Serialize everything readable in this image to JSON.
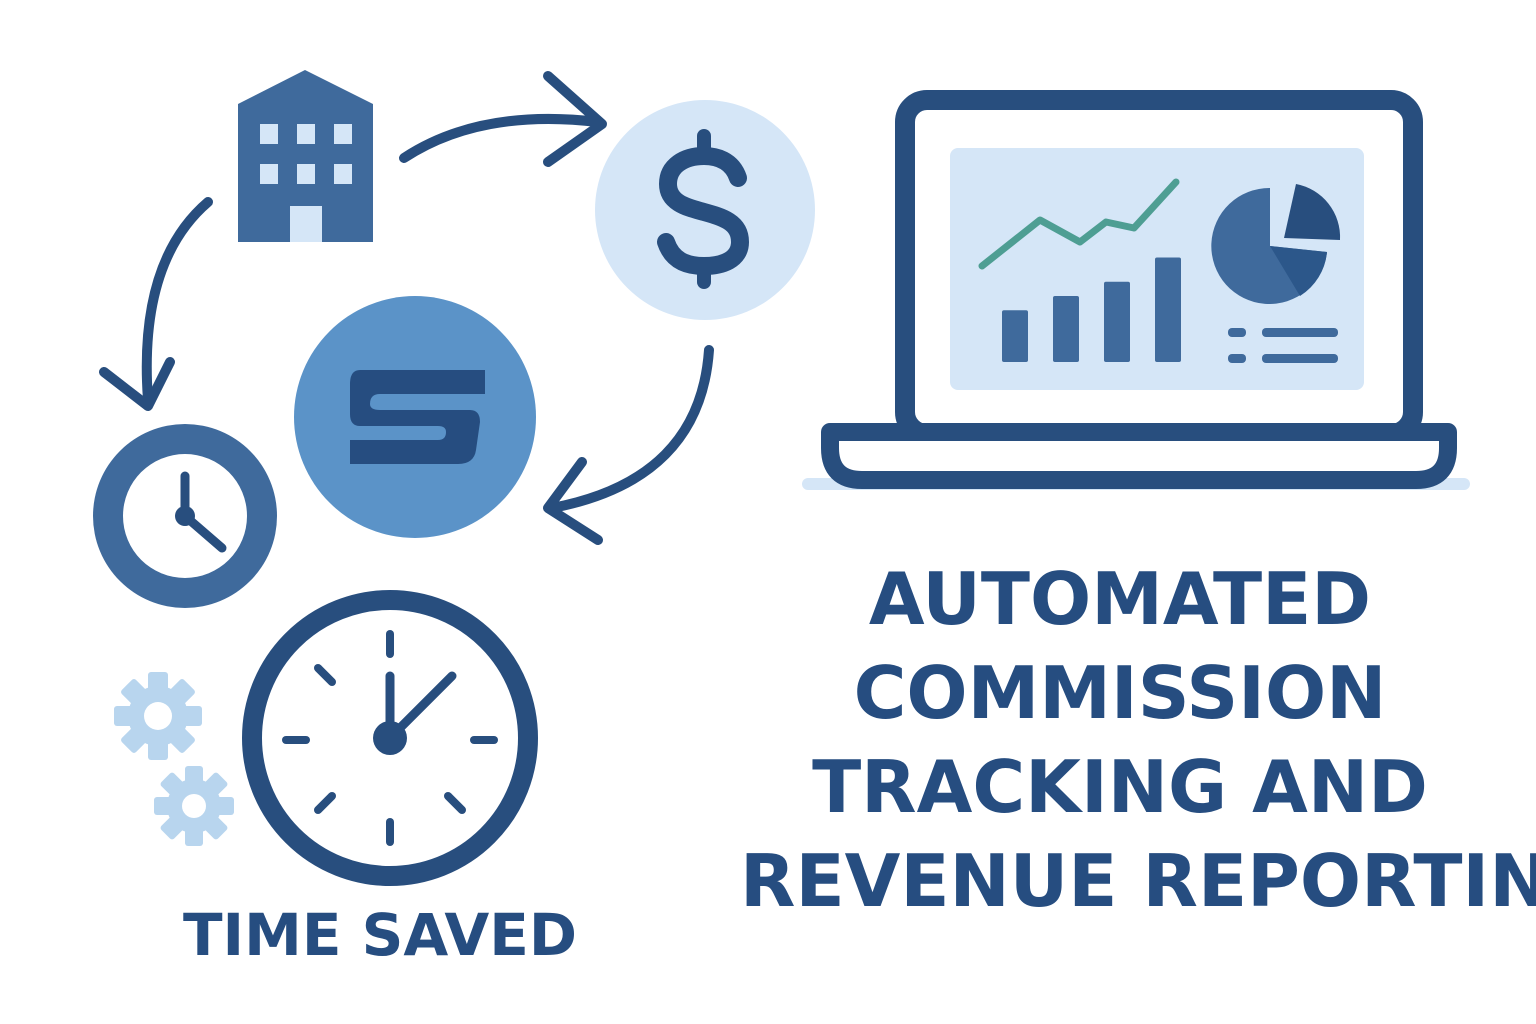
{
  "colors": {
    "navy": "#284e7e",
    "mid_blue": "#3f6a9c",
    "bright_blue": "#5b93c8",
    "light_blue": "#d5e6f7",
    "pale_blue": "#b8d5ee",
    "teal": "#4e9e93",
    "white": "#ffffff"
  },
  "headline": {
    "line1": "AUTOMATED",
    "line2": "COMMISSION",
    "line3": "TRACKING AND",
    "line4": "REVENUE REPORTING"
  },
  "time_saved": {
    "label": "TIME SAVED"
  },
  "icons": {
    "building": "building-icon",
    "dollar": "dollar-icon",
    "brand": "brand-s-icon",
    "small_clock": "clock-icon",
    "big_clock": "clock-icon",
    "gears": "gear-icon",
    "laptop": "laptop-icon",
    "line_chart": "line-chart-icon",
    "bar_chart": "bar-chart-icon",
    "pie_chart": "pie-chart-icon",
    "list": "list-icon"
  },
  "dashboard": {
    "bar_values": [
      0.47,
      0.6,
      0.73,
      0.95
    ]
  }
}
